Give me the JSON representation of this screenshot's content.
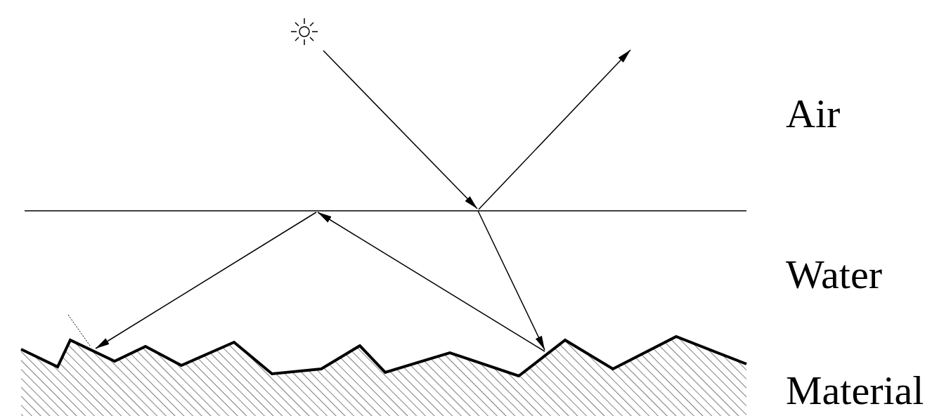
{
  "diagram": {
    "labels": [
      "Air",
      "Water",
      "Material"
    ]
  }
}
